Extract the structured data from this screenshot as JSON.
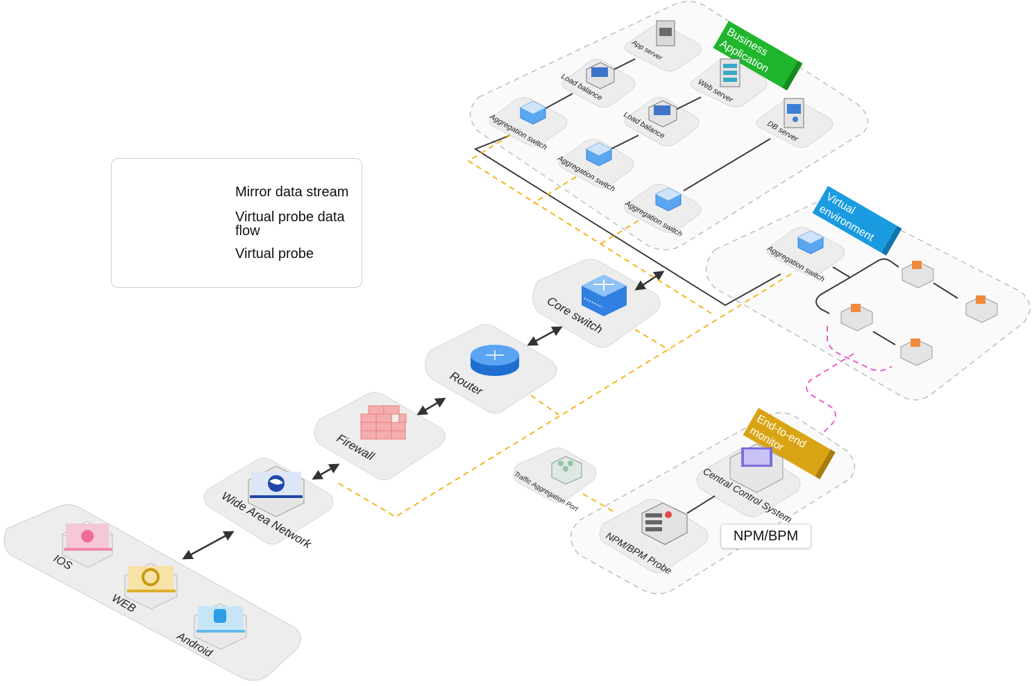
{
  "legend": {
    "mirror": "Mirror data stream",
    "virtual_flow": "Virtual probe data flow",
    "virtual_probe": "Virtual probe"
  },
  "colors": {
    "mirror": "#f2b61b",
    "virtual_flow": "#e85fc8",
    "business_tag": "#1fb52c",
    "virtual_tag": "#1a9be0",
    "monitor_tag": "#d9a413",
    "probe": "#f08a3c"
  },
  "groups": {
    "business": "Business Application",
    "virtual": "Virtual environment",
    "monitor": "End-to-end monitor"
  },
  "clients": {
    "ios": "IOS",
    "web": "WEB",
    "android": "Android"
  },
  "chain": {
    "wan": "Wide Area Network",
    "firewall": "Firewall",
    "router": "Router",
    "core": "Core switch"
  },
  "business": {
    "app_server": "App server",
    "load_balance_1": "Load balance",
    "web_server": "Web server",
    "load_balance_2": "Load balance",
    "db_server": "DB server",
    "agg_1": "Aggregation switch",
    "agg_2": "Aggregation switch",
    "agg_3": "Aggregation switch"
  },
  "virtual_env": {
    "agg": "Aggregation switch"
  },
  "monitor": {
    "tap": "Traffic Aggregation Port",
    "npm_probe": "NPM/BPM Probe",
    "central": "Central Control System",
    "badge": "NPM/BPM"
  }
}
